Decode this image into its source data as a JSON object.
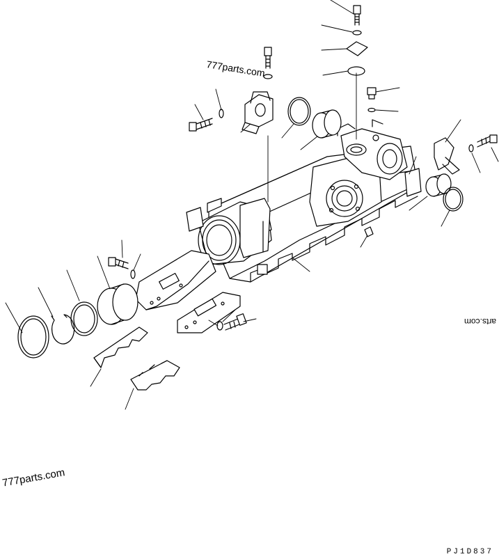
{
  "watermarks": {
    "top": "777parts.com",
    "bottom": "777parts.com",
    "right_mirrored": "arts.com"
  },
  "drawing_code": "PJ1D837",
  "colors": {
    "line": "#000000",
    "background": "#ffffff"
  }
}
